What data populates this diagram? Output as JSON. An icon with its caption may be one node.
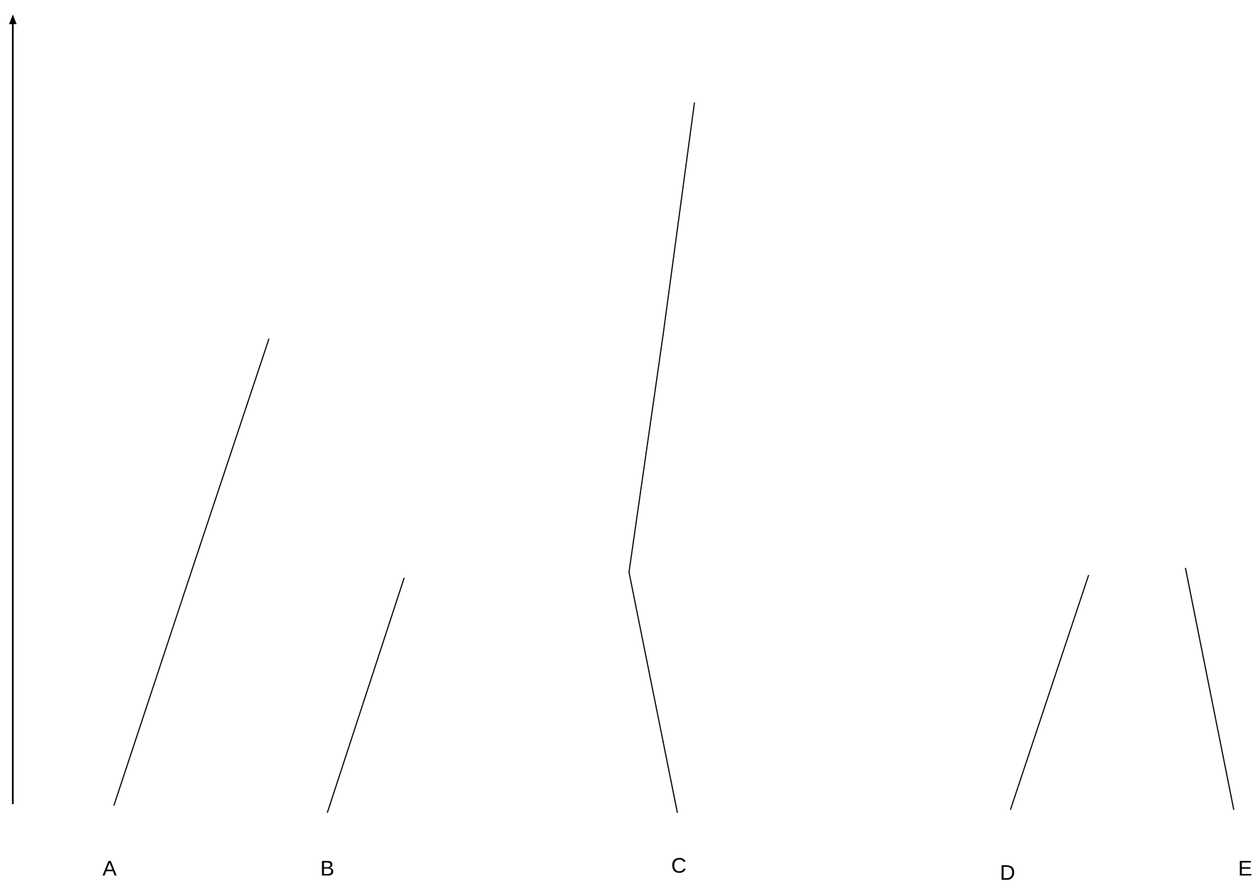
{
  "diagram": {
    "labels": [
      "A",
      "B",
      "C",
      "D",
      "E"
    ]
  }
}
